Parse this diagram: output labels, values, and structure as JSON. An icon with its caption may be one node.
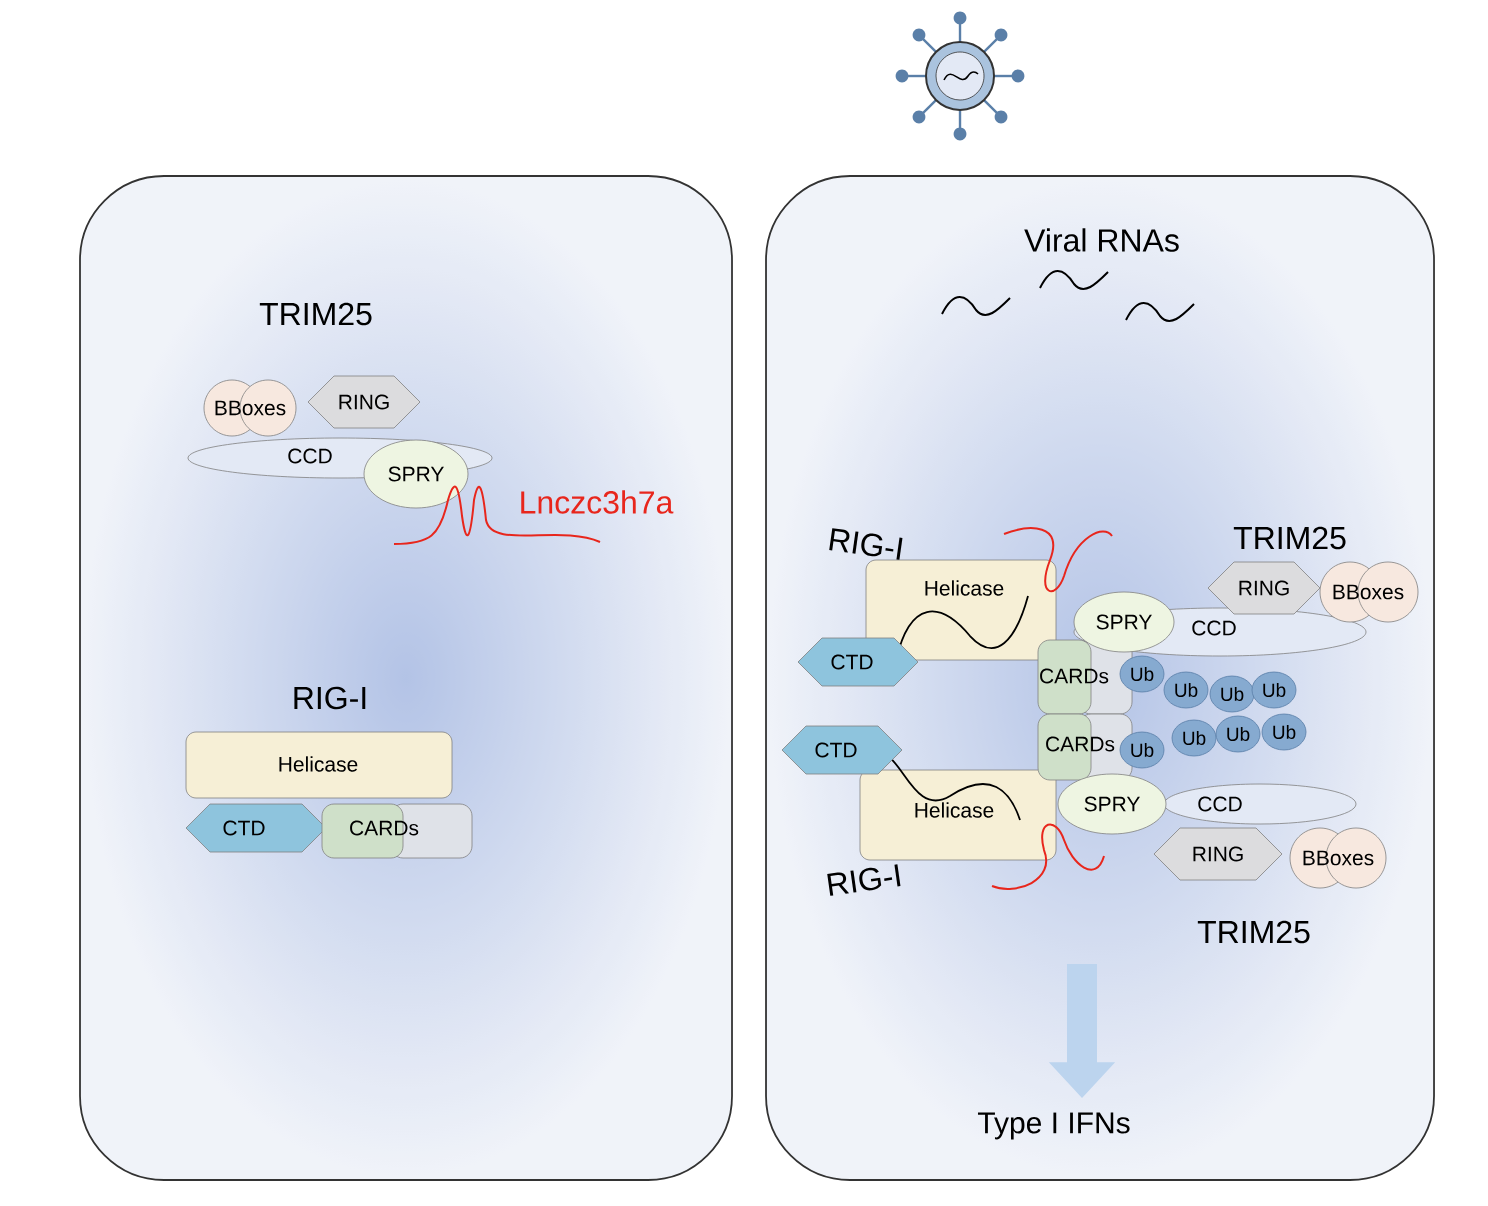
{
  "diagram": {
    "nodes": [
      {
        "text": [],
        "shape": "box"
      },
      {
        "text": [],
        "shape": "box"
      },
      {
        "text": [
          "BBoxes"
        ],
        "in": 0
      },
      {
        "text": [
          "RING"
        ],
        "in": 0
      },
      {
        "text": [
          "CCD"
        ],
        "in": 0
      },
      {
        "text": [
          "SPRY"
        ],
        "in": 0
      },
      {
        "text": [
          "Helicase"
        ],
        "in": 0
      },
      {
        "text": [
          "CTD"
        ],
        "in": 0
      },
      {
        "text": [
          "CARDs"
        ],
        "in": 0
      },
      {
        "text": [
          "Helicase"
        ],
        "in": 1
      },
      {
        "text": [
          "CTD"
        ],
        "in": 1
      },
      {
        "text": [
          "CARDs"
        ],
        "in": 1
      },
      {
        "text": [
          "Ub"
        ],
        "in": 1
      },
      {
        "text": [
          "Ub"
        ],
        "in": 1
      },
      {
        "text": [
          "Ub"
        ],
        "in": 1
      },
      {
        "text": [
          "Ub"
        ],
        "in": 1
      },
      {
        "text": [
          "CARDs"
        ],
        "in": 1
      },
      {
        "text": [
          "Ub"
        ],
        "in": 1
      },
      {
        "text": [
          "Ub"
        ],
        "in": 1
      },
      {
        "text": [
          "Ub"
        ],
        "in": 1
      },
      {
        "text": [
          "Ub"
        ],
        "in": 1
      },
      {
        "text": [
          "CTD"
        ],
        "in": 1
      },
      {
        "text": [
          "Helicase"
        ],
        "in": 1
      },
      {
        "text": [
          "RING"
        ],
        "in": 1
      },
      {
        "text": [
          "BBoxes"
        ],
        "in": 1
      },
      {
        "text": [
          "CCD"
        ],
        "in": 1
      },
      {
        "text": [
          "SPRY"
        ],
        "in": 1
      },
      {
        "text": [
          "CCD"
        ],
        "in": 1
      },
      {
        "text": [
          "SPRY"
        ],
        "in": 1
      },
      {
        "text": [
          "RING"
        ],
        "in": 1
      },
      {
        "text": [
          "BBoxes"
        ],
        "in": 1
      },
      {
        "text": [
          "Type I IFNs"
        ],
        "in": 1
      }
    ],
    "edges": [
      {
        "from": null,
        "to": 31,
        "arrow": "to"
      }
    ],
    "labels": [
      "TRIM25",
      "Lnczc3h7a",
      "RIG-I",
      "Viral RNAs",
      "RIG-I",
      "TRIM25",
      "RIG-I",
      "TRIM25"
    ]
  }
}
